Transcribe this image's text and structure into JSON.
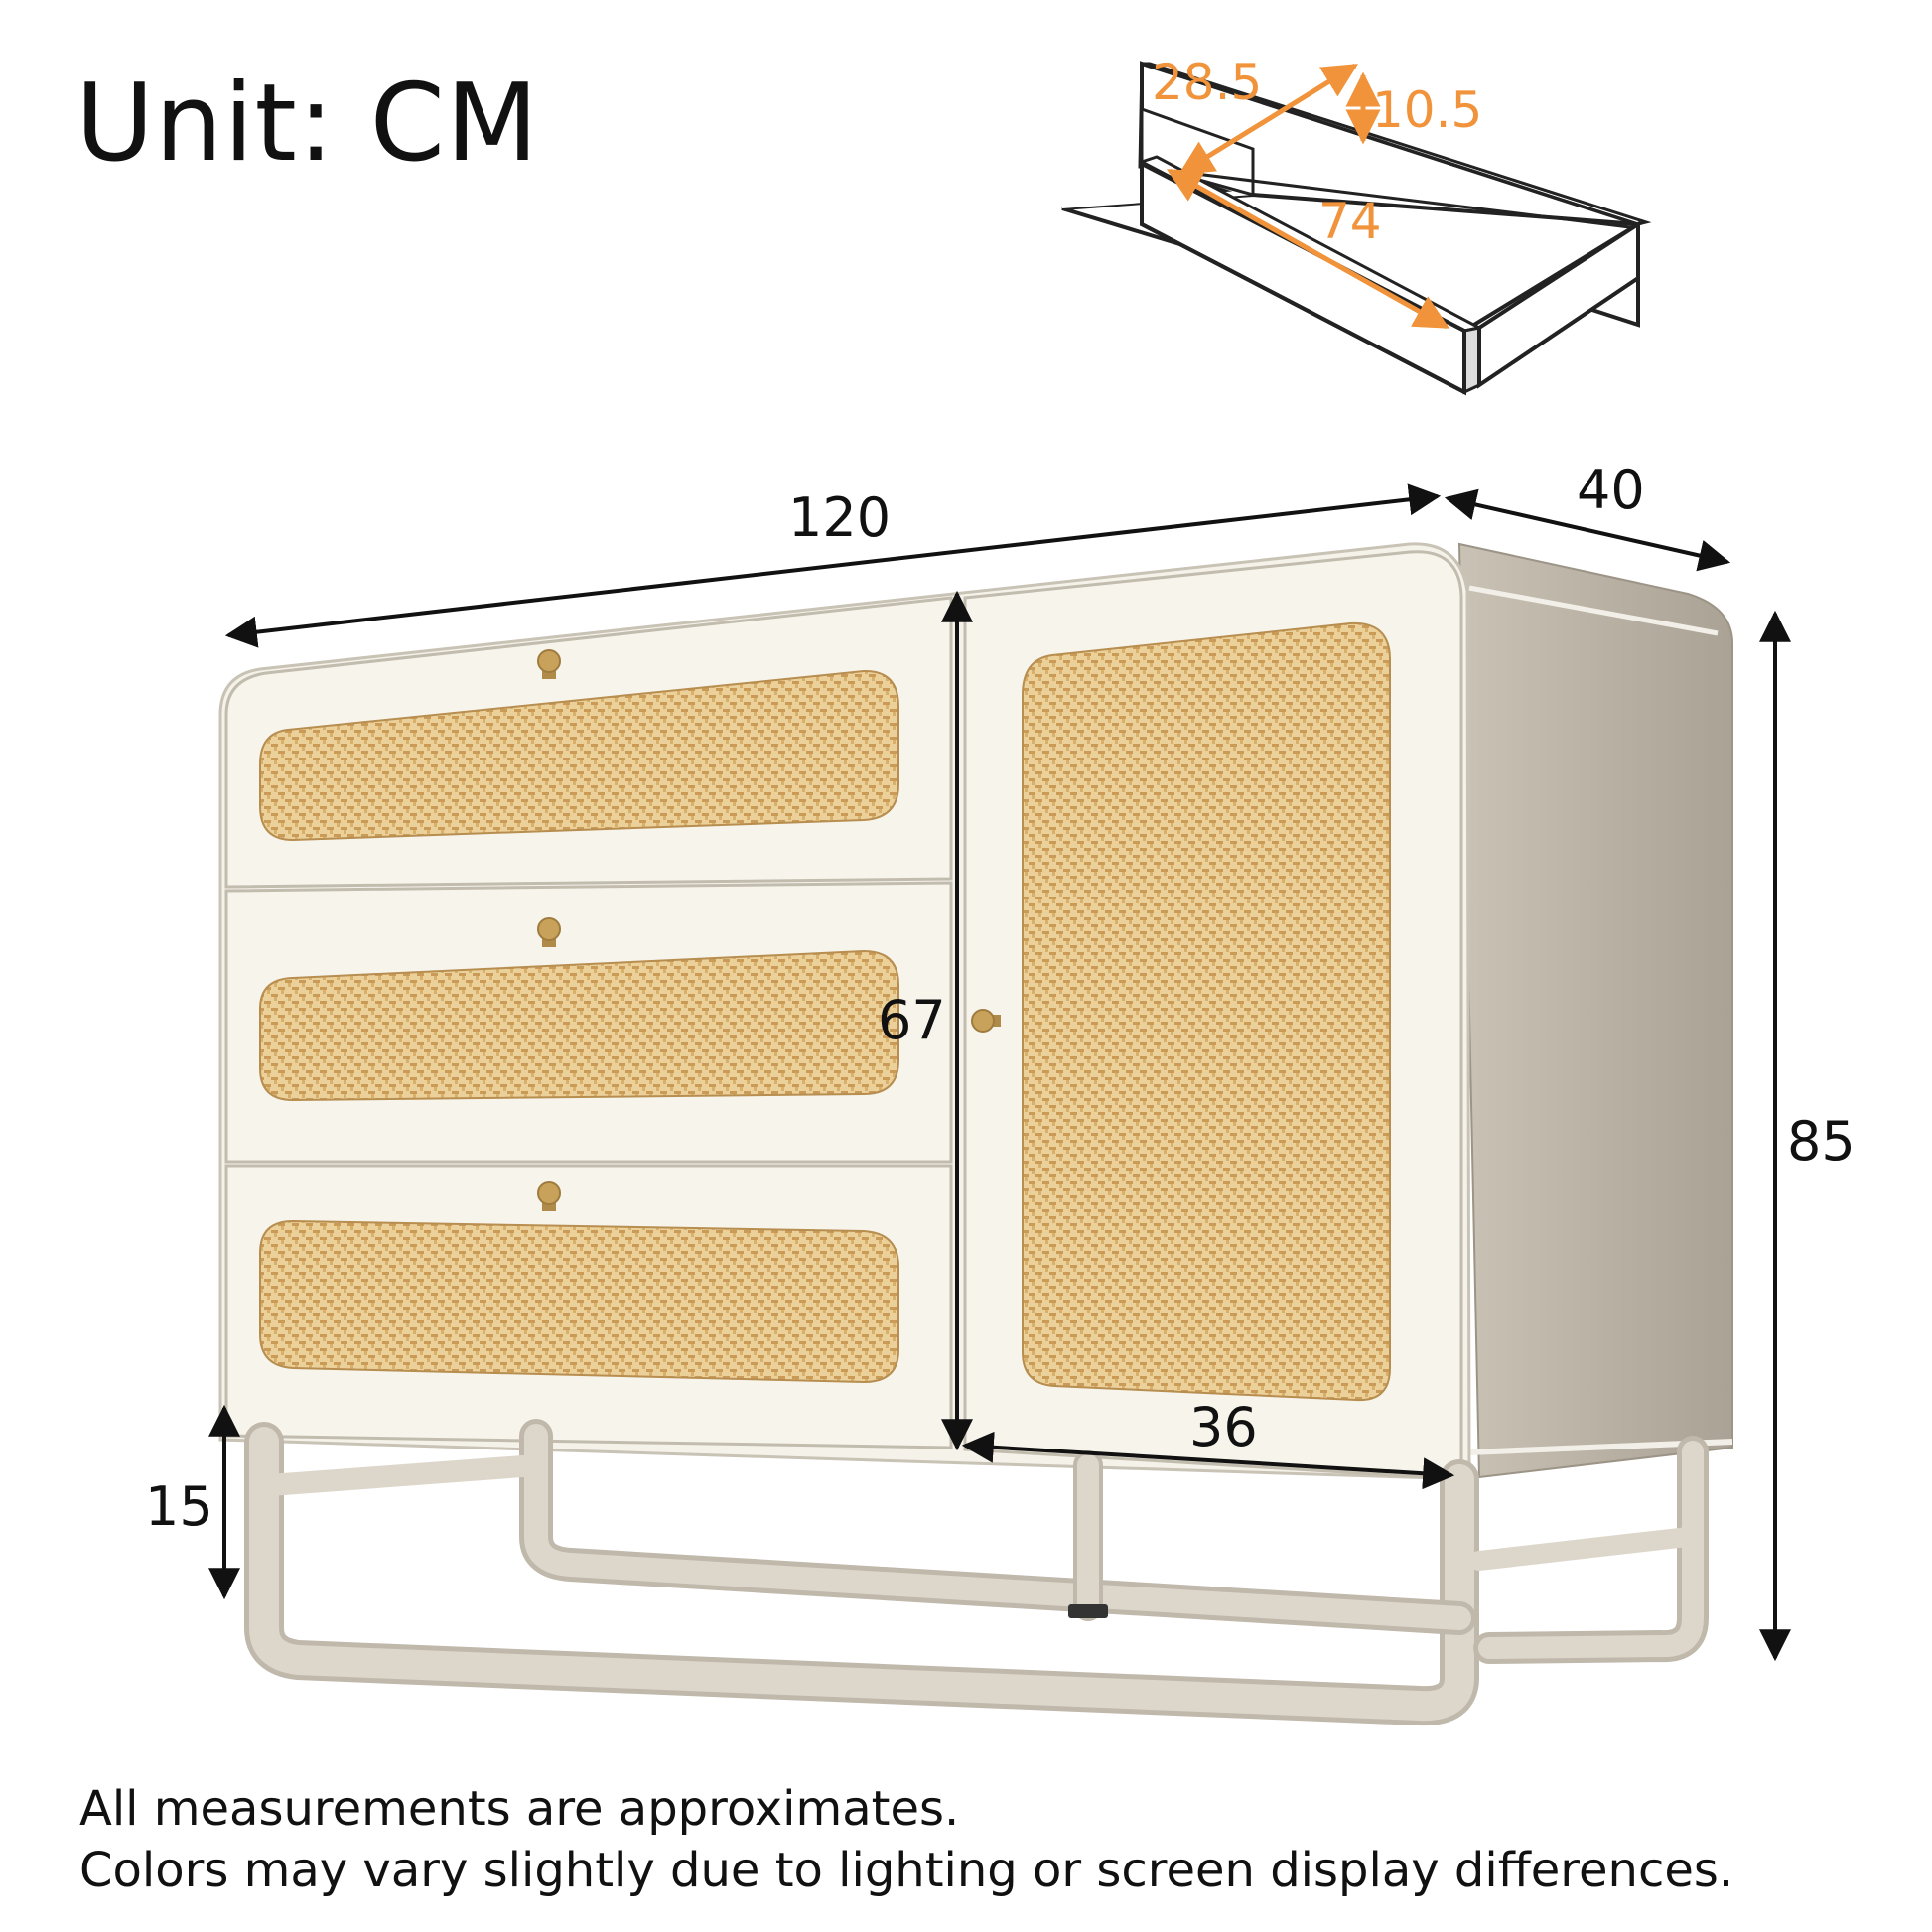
{
  "unit_label": "Unit: CM",
  "colors": {
    "frame": "#f5f2ea",
    "frame_edge": "#c9c3b6",
    "side": "#bdb6aa",
    "rattan": "#e8c98f",
    "rattan_weave": "#c79b55",
    "knob": "#c8a15a",
    "legs": "#d6d0c4",
    "dimension_line": "#111111",
    "drawer_dimension": "#f0933a"
  },
  "dimensions": {
    "width": "120",
    "depth": "40",
    "height": "85",
    "drawer_section_height": "67",
    "door_width": "36",
    "leg_height": "15"
  },
  "drawer_dimensions": {
    "depth": "28.5",
    "height": "10.5",
    "width": "74"
  },
  "notes": [
    "All measurements are approximates.",
    "Colors may vary slightly due to lighting or screen display differences."
  ]
}
